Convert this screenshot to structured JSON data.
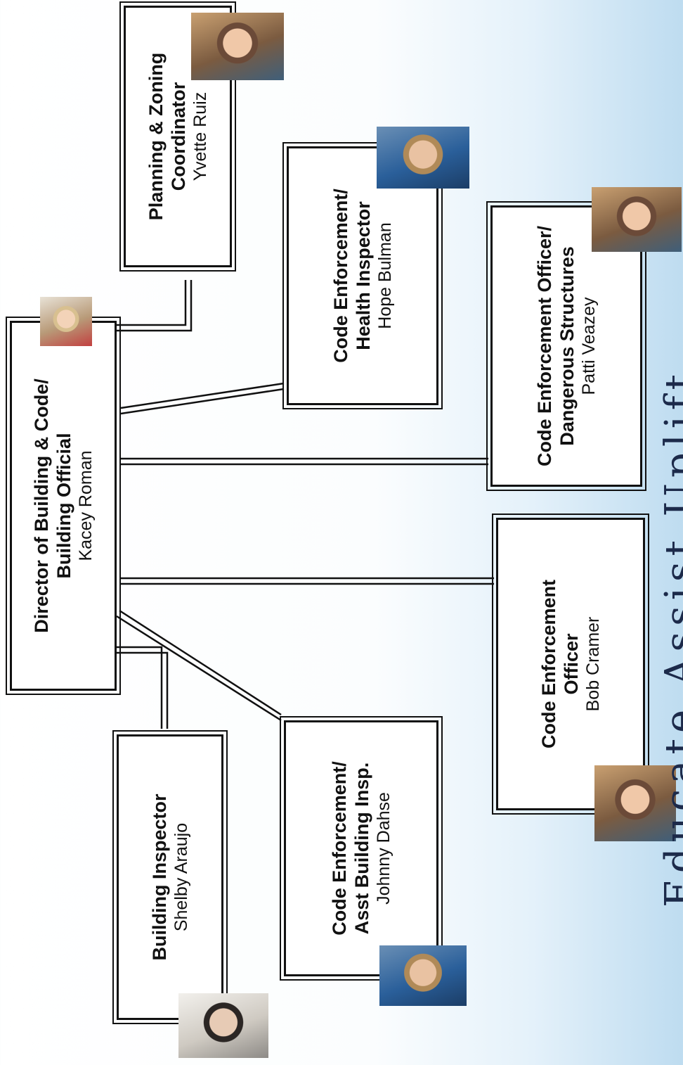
{
  "director": {
    "title_line1": "Director of Building & Code/",
    "title_line2": "Building Official",
    "name": "Kacey Roman"
  },
  "planning": {
    "title_line1": "Planning & Zoning",
    "title_line2": "Coordinator",
    "name": "Yvette Ruiz"
  },
  "health": {
    "title_line1": "Code Enforcement/",
    "title_line2": "Health Inspector",
    "name": "Hope Bulman"
  },
  "dangerous": {
    "title_line1": "Code Enforcement Officer/",
    "title_line2": "Dangerous Structures",
    "name": "Patti Veazey"
  },
  "officer": {
    "title_line1": "Code Enforcement",
    "title_line2": "Officer",
    "name": "Bob Cramer"
  },
  "asst": {
    "title_line1": "Code Enforcement/",
    "title_line2": "Asst Building Insp.",
    "name": "Johnny Dahse"
  },
  "inspector": {
    "title_line1": "Building Inspector",
    "title_line2": "",
    "name": "Shelby Araujo"
  },
  "footer_text": "Educate Assist Uplift",
  "colors": {
    "line": "#111111",
    "sky": "#bedcf0"
  }
}
